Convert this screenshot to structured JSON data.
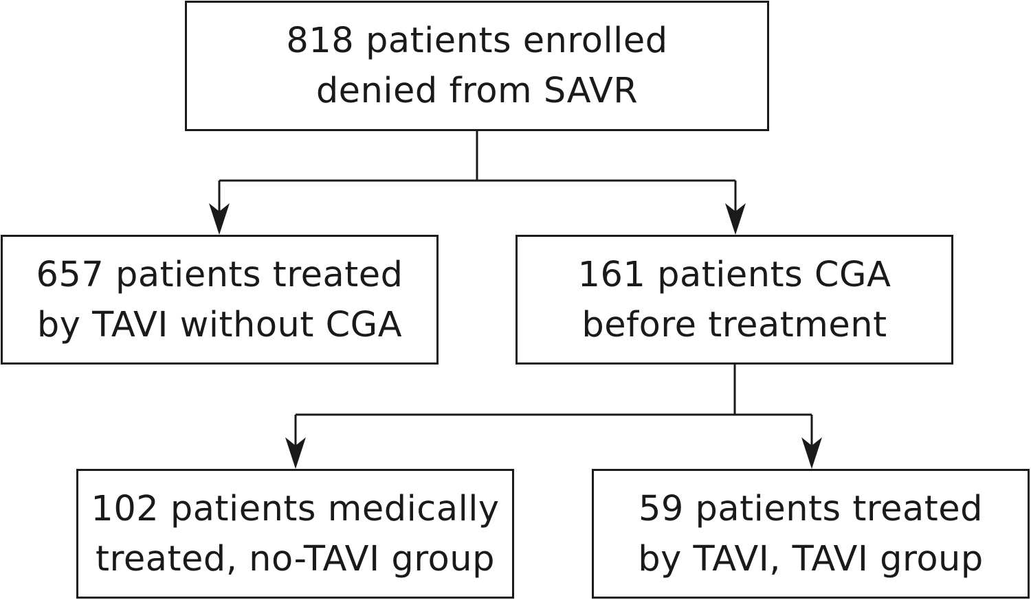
{
  "diagram": {
    "line_color": "#1a1a1a",
    "nodes": {
      "enrolled": {
        "line1": "818 patients enrolled",
        "line2": "denied from SAVR"
      },
      "tavi_without_cga": {
        "line1": "657 patients treated",
        "line2": "by TAVI without CGA"
      },
      "cga_before_treatment": {
        "line1": "161 patients CGA",
        "line2": "before treatment"
      },
      "medically_treated": {
        "line1": "102 patients medically",
        "line2": "treated, no-TAVI group"
      },
      "tavi_group": {
        "line1": "59 patients treated",
        "line2": "by TAVI, TAVI group"
      }
    },
    "edges": [
      {
        "from": "enrolled",
        "to": "tavi_without_cga"
      },
      {
        "from": "enrolled",
        "to": "cga_before_treatment"
      },
      {
        "from": "cga_before_treatment",
        "to": "medically_treated"
      },
      {
        "from": "cga_before_treatment",
        "to": "tavi_group"
      }
    ]
  }
}
